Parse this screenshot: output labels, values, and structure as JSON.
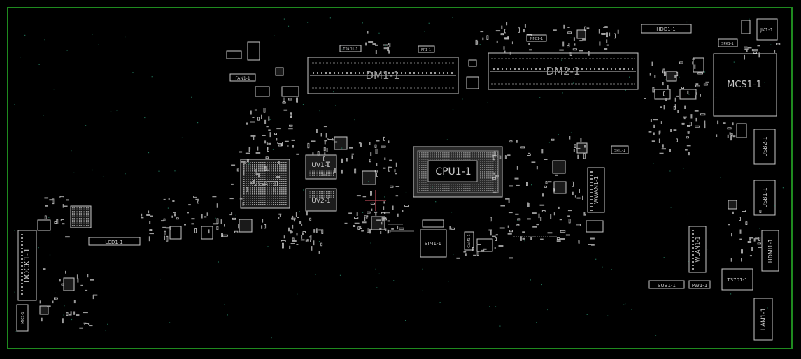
{
  "board": {
    "outline_color": "#1f8a1f",
    "silk_color": "#c8c8c8",
    "pad_color": "#9a9a9a",
    "dot_color": "#1f6f55",
    "marker_color": "#e05a6a"
  },
  "labels": {
    "dm1": "DM1-1",
    "dm2": "DM2-1",
    "mcs1": "MCS1-1",
    "cpu1": "CPU1-1",
    "vgai": "VGAI-1",
    "uv1": "UV1-1",
    "uv2": "UV2-1",
    "wwan": "WWAN1-1",
    "wlan": "WLAN1-1",
    "dock": "DOCK1-1",
    "lcd": "LCD1-1",
    "sim": "SIM1-1",
    "hdmi": "HDMI1-1",
    "usb1": "USB1-1",
    "usb2": "USB2-1",
    "lan": "LAN1-1",
    "t3701": "T3701-1",
    "sub1": "SUB1-1",
    "pw1": "PW1-1",
    "hdd1": "HDD1-1",
    "jk1": "JK1-1",
    "spk1": "SPK1-1",
    "fan1": "FAN1-1",
    "tpad": "TPAD1-1",
    "fp1": "FP1-1",
    "nfc": "NFC1-1",
    "spi1": "SPI1-1",
    "small1": "MIC1-1",
    "small2": "CAM1-1"
  }
}
